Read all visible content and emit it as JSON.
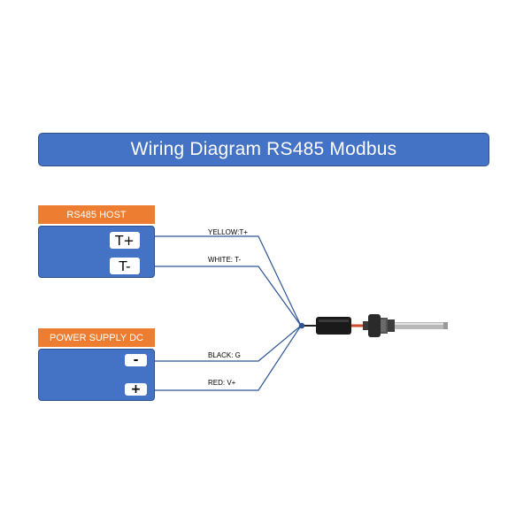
{
  "title": "Wiring Diagram RS485 Modbus",
  "host": {
    "label": "RS485 HOST",
    "t_plus": "T+",
    "t_minus": "T-"
  },
  "power": {
    "label": "POWER SUPPLY DC",
    "minus": "-",
    "plus": "+"
  },
  "wires": {
    "yellow": "YELLOW:T+",
    "white": "WHITE: T-",
    "black": "BLACK: G",
    "red": "RED: V+"
  },
  "colors": {
    "primary_blue": "#4472c4",
    "accent_orange": "#ed7d31",
    "wire_blue": "#2f5597"
  }
}
